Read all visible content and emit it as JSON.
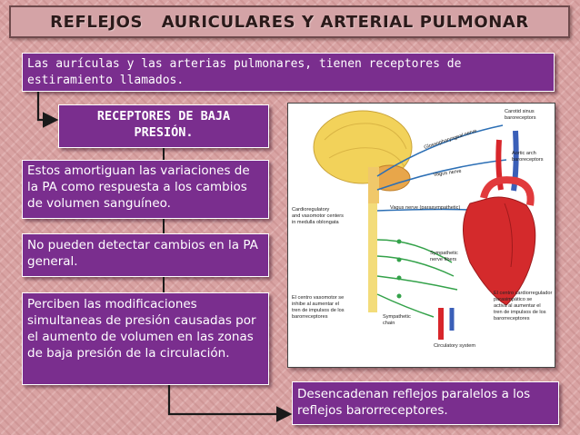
{
  "title": "REFLEJOS   AURICULARES Y ARTERIAL PULMONAR",
  "intro": "Las aurículas y las arterias pulmonares, tienen receptores de estiramiento llamados.",
  "receptors": "RECEPTORES DE BAJA PRESIÓN.",
  "amortiguan": "Estos amortiguan las variaciones de la PA como respuesta a los cambios de volumen sanguíneo.",
  "no_pueden": "No  pueden detectar cambios en la PA general.",
  "perciben": "Perciben las modificaciones simultaneas de presión causadas por el aumento de volumen en las zonas de baja presión de la circulación.",
  "desencadenan": "Desencadenan reflejos paralelos a los reflejos barorreceptores.",
  "illustration": {
    "carotid": "Carotid sinus",
    "carotid2": "baroreceptors",
    "glosso": "Glossopharyngeal nerve",
    "aortic": "Aortic arch",
    "aortic2": "baroreceptors",
    "vagus": "Vagus nerve",
    "vagus_para": "Vagus nerve (parasympathetic)",
    "cardio1": "Cardioregulatory",
    "cardio2": "and vasomotor centers",
    "cardio3": "in medulla oblongata",
    "symp1": "Sympathetic",
    "symp2": "nerve fibers",
    "chain1": "Sympathetic",
    "chain2": "chain",
    "circ": "Circulatory system",
    "left_note1": "El centro vasomotor se",
    "left_note2": "inhibe al aumentar el",
    "left_note3": "tren de impulsos de los",
    "left_note4": "barorreceptores",
    "right_note1": "El centro cardiorregulador",
    "right_note2": "parasimpático se",
    "right_note3": "activa al aumentar el",
    "right_note4": "tren de impulsos de los",
    "right_note5": "barorreceptores"
  },
  "colors": {
    "box": "#7a2e8e",
    "background": "#d9a3a3",
    "title_bar": "#d4a3a6"
  }
}
